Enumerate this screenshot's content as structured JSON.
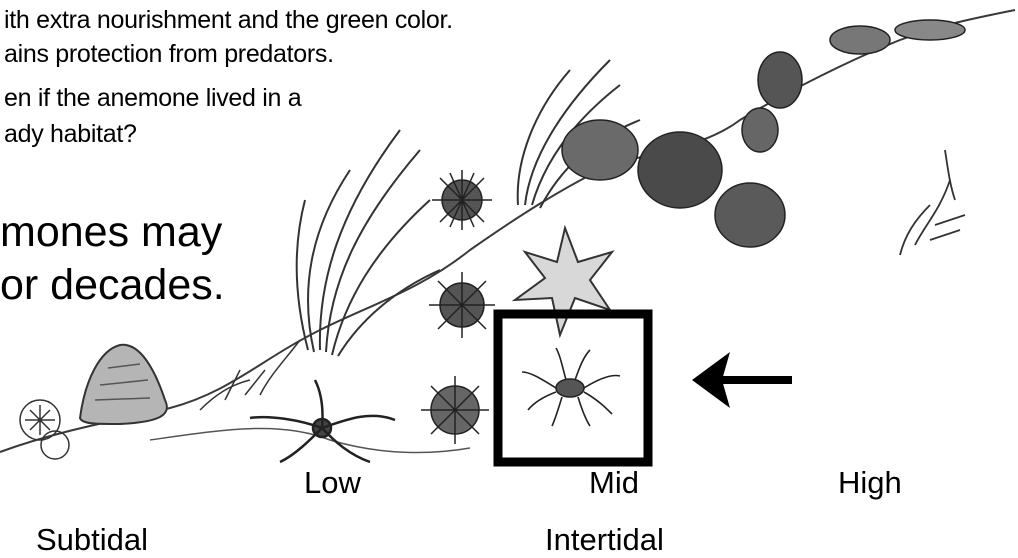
{
  "text_lines": [
    "ith extra nourishment and the green color.",
    "ains protection from predators.",
    "en if the anemone lived in a",
    "ady habitat?"
  ],
  "big_text": [
    "mones may",
    "or decades."
  ],
  "zones": {
    "low": "Low",
    "mid": "Mid",
    "high": "High",
    "subtidal": "Subtidal",
    "intertidal": "Intertidal"
  },
  "colors": {
    "ink": "#000000",
    "background": "#ffffff",
    "sketch": "#3a3a3a"
  },
  "icons": {
    "arrow": "left-arrow-icon",
    "highlight": "highlight-box"
  }
}
